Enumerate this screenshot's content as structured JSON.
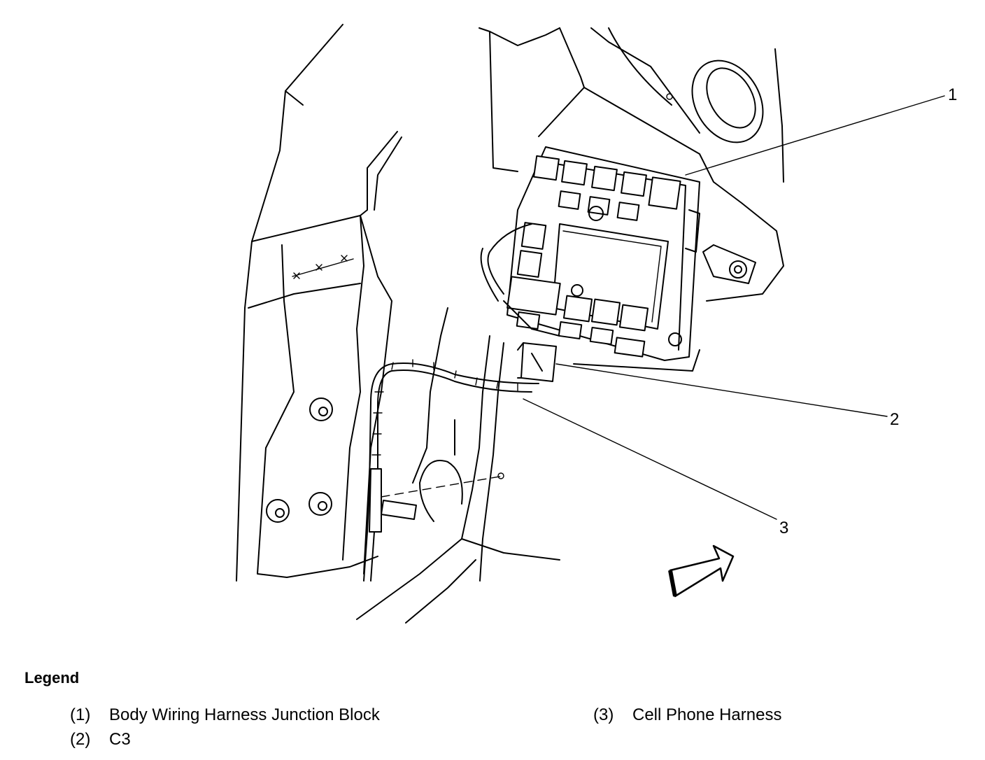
{
  "callouts": [
    {
      "number": "1"
    },
    {
      "number": "2"
    },
    {
      "number": "3"
    }
  ],
  "legend": {
    "title": "Legend",
    "items": [
      {
        "number": "(1)",
        "label": "Body Wiring Harness Junction Block"
      },
      {
        "number": "(2)",
        "label": "C3"
      },
      {
        "number": "(3)",
        "label": "Cell Phone Harness"
      }
    ]
  }
}
